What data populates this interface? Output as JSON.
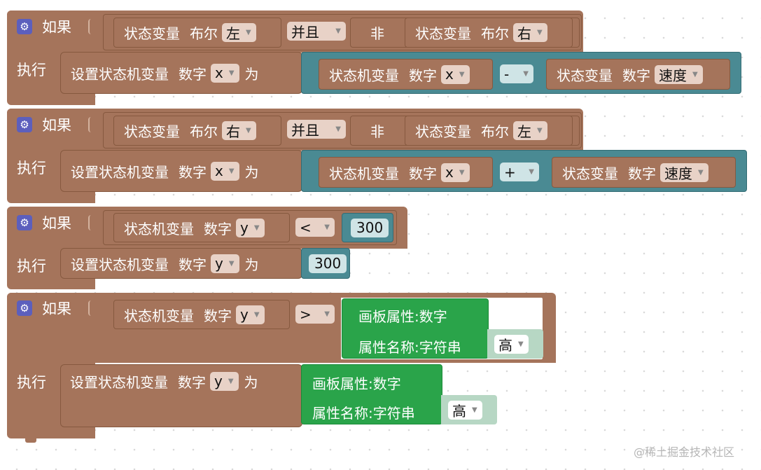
{
  "labels": {
    "if": "如果",
    "do": "执行",
    "state_var": "状态变量",
    "state_machine_var": "状态机变量",
    "bool": "布尔",
    "number": "数字",
    "not": "非",
    "and": "并且",
    "set_sm_var": "设置状态机变量",
    "to": "为",
    "canvas_prop_number": "画板属性:数字",
    "prop_name_string": "属性名称:字符串"
  },
  "blocks": [
    {
      "cond": {
        "left_var": "左",
        "logic_op": "并且",
        "right_var": "右"
      },
      "set": {
        "var": "x",
        "op": "-",
        "src_var": "x",
        "operand_var": "速度"
      }
    },
    {
      "cond": {
        "left_var": "右",
        "logic_op": "并且",
        "right_var": "左"
      },
      "set": {
        "var": "x",
        "op": "+",
        "src_var": "x",
        "operand_var": "速度"
      }
    },
    {
      "cond": {
        "var": "y",
        "cmp": "<",
        "value": "300"
      },
      "set": {
        "var": "y",
        "value": "300"
      }
    },
    {
      "cond": {
        "var": "y",
        "cmp": ">",
        "prop_value": "高"
      },
      "set": {
        "var": "y",
        "prop_value": "高"
      }
    }
  ],
  "watermark": "@稀土掘金技术社区",
  "icons": {
    "gear": "gear-icon",
    "dropdown": "dropdown-arrow-icon"
  },
  "colors": {
    "logic": "#a5745b",
    "math": "#4a8a93",
    "canvas": "#2aa44a",
    "mutator": "#5c5fbd"
  }
}
